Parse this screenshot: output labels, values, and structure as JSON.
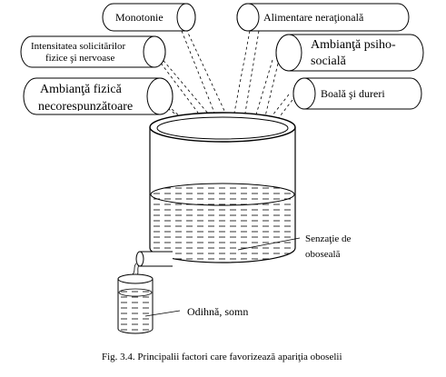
{
  "factors": [
    {
      "id": "monotonie",
      "lines": [
        "Monotonie"
      ]
    },
    {
      "id": "alimentare",
      "lines": [
        "Alimentare neraţională"
      ]
    },
    {
      "id": "intensitate",
      "lines": [
        "Intensitatea solicitărilor",
        "fizice şi nervoase"
      ]
    },
    {
      "id": "ambianta-psiho",
      "lines": [
        "Ambianţă psiho-",
        "socială"
      ]
    },
    {
      "id": "ambianta-fizica",
      "lines": [
        "Ambianţă fizică",
        "necorespunzătoare"
      ]
    },
    {
      "id": "boala",
      "lines": [
        "Boală şi dureri"
      ]
    }
  ],
  "labels": {
    "senzatie": [
      "Senzaţie de",
      "oboseală"
    ],
    "odihna": "Odihnă, somn"
  },
  "caption": "Fig. 3.4. Principalii factori care favorizează apariţia oboselii"
}
